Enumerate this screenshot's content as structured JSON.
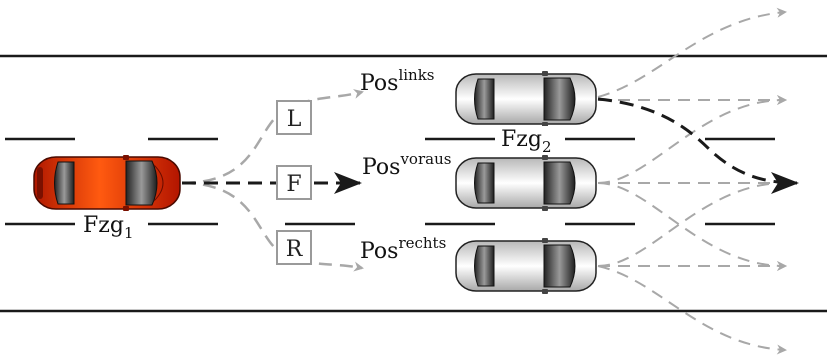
{
  "ego_vehicle": {
    "name": "Fzg",
    "sub": "1",
    "body_color": "#d92a10"
  },
  "other_vehicle": {
    "name": "Fzg",
    "sub": "2",
    "body_color": "#e6e6e6"
  },
  "maneuvers": {
    "left": "L",
    "forward": "F",
    "right": "R"
  },
  "positions": {
    "left": {
      "base": "Pos",
      "sup": "links"
    },
    "ahead": {
      "base": "Pos",
      "sup": "voraus"
    },
    "right": {
      "base": "Pos",
      "sup": "rechts"
    }
  },
  "colors": {
    "road_line": "#1a1a1a",
    "dashed_gray": "#a8a8a8",
    "dashed_dark": "#1a1a1a",
    "box_border": "#9a9a9a"
  }
}
